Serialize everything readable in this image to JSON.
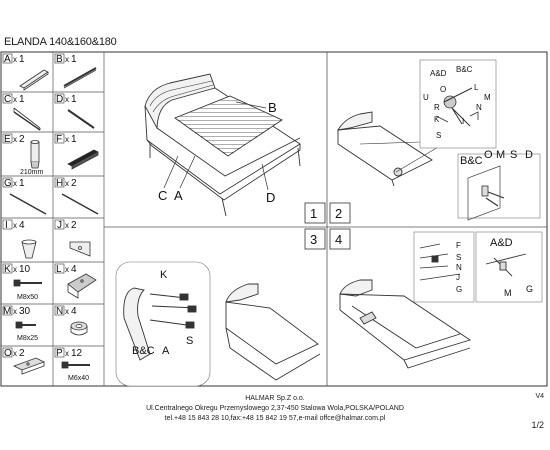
{
  "document": {
    "title": "ELANDA 140&160&180",
    "version": "V4",
    "page_number": "1/2"
  },
  "parts": [
    {
      "letter": "A",
      "qty": "1",
      "note": ""
    },
    {
      "letter": "B",
      "qty": "1",
      "note": ""
    },
    {
      "letter": "C",
      "qty": "1",
      "note": ""
    },
    {
      "letter": "D",
      "qty": "1",
      "note": ""
    },
    {
      "letter": "E",
      "qty": "2",
      "note": "210mm"
    },
    {
      "letter": "F",
      "qty": "1",
      "note": ""
    },
    {
      "letter": "G",
      "qty": "1",
      "note": ""
    },
    {
      "letter": "H",
      "qty": "2",
      "note": ""
    },
    {
      "letter": "I",
      "qty": "4",
      "note": ""
    },
    {
      "letter": "J",
      "qty": "2",
      "note": ""
    },
    {
      "letter": "K",
      "qty": "10",
      "note": "M8x50"
    },
    {
      "letter": "L",
      "qty": "4",
      "note": ""
    },
    {
      "letter": "M",
      "qty": "30",
      "note": "M8x25"
    },
    {
      "letter": "N",
      "qty": "4",
      "note": ""
    },
    {
      "letter": "O",
      "qty": "2",
      "note": ""
    },
    {
      "letter": "P",
      "qty": "12",
      "note": "M6x40"
    }
  ],
  "steps": [
    "1",
    "2",
    "3",
    "4"
  ],
  "callouts": {
    "step1": [
      "B",
      "C",
      "A",
      "D"
    ],
    "step2_top": [
      "A&D",
      "B&C",
      "U",
      "O",
      "L",
      "M",
      "R",
      "N",
      "K",
      "I",
      "S"
    ],
    "step2_bottom": [
      "B&C",
      "O",
      "M",
      "S",
      "D"
    ],
    "step3": [
      "K",
      "S",
      "B&C",
      "A"
    ],
    "step4_left": [
      "F",
      "S",
      "N",
      "J",
      "G"
    ],
    "step4_right": [
      "A&D",
      "M",
      "G"
    ]
  },
  "company": {
    "name": "HALMAR Sp.Z o.o.",
    "address": "Ul.Centralnego Okregu Przemyslowego 2,37-450 Stalowa Wola,POLSKA/POLAND",
    "contact": "tel.+48 15 843 28 10,fax:+48 15 842 19 57,e-mail offce@halmar.com.pl"
  }
}
